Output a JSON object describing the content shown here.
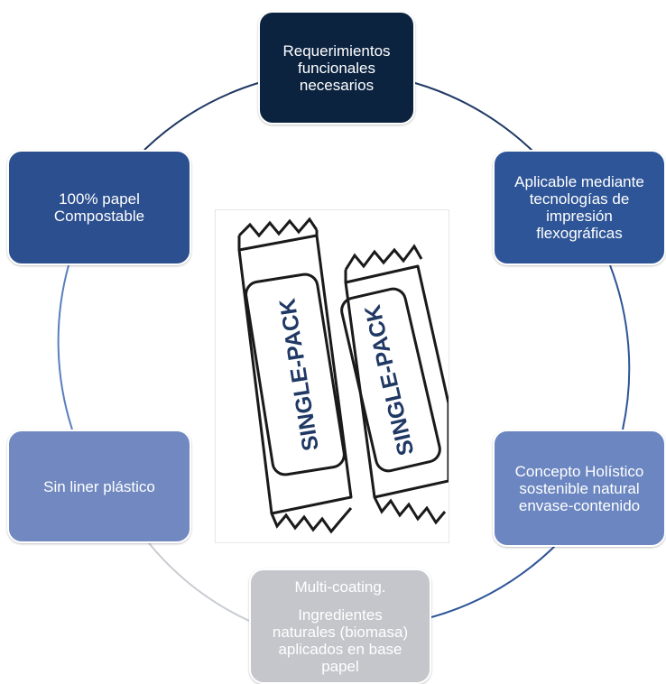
{
  "colors": {
    "ring": [
      "#1f3864",
      "#2e5597",
      "#5a7fbe",
      "#aeb3bf",
      "#c9ccd2"
    ],
    "node_dark": "#0c2340",
    "node_blue": "#2e5597",
    "node_mid": "#5b7bb7",
    "node_light": "#6f8ac2",
    "node_grey": "#c4c6cc",
    "pack_text": "#1f3864"
  },
  "nodes": {
    "n1": {
      "lines": [
        "Requerimientos",
        "funcionales",
        "necesarios"
      ]
    },
    "n2": {
      "lines": [
        "Aplicable mediante",
        "tecnologías de",
        "impresión",
        "flexográficas"
      ]
    },
    "n3": {
      "lines": [
        "Concepto Holístico",
        "sostenible natural",
        "envase-contenido"
      ]
    },
    "n4": {
      "lines": [
        "Multi-coating.",
        "Ingredientes",
        "naturales (biomasa)",
        "aplicados en base",
        "papel"
      ]
    },
    "n5": {
      "lines": [
        "Sin liner plástico"
      ]
    },
    "n6": {
      "lines": [
        "100% papel",
        "Compostable"
      ]
    }
  },
  "illustration": {
    "pack_left_text": "SINGLE-PACK",
    "pack_right_text": "SINGLE-PACK"
  }
}
